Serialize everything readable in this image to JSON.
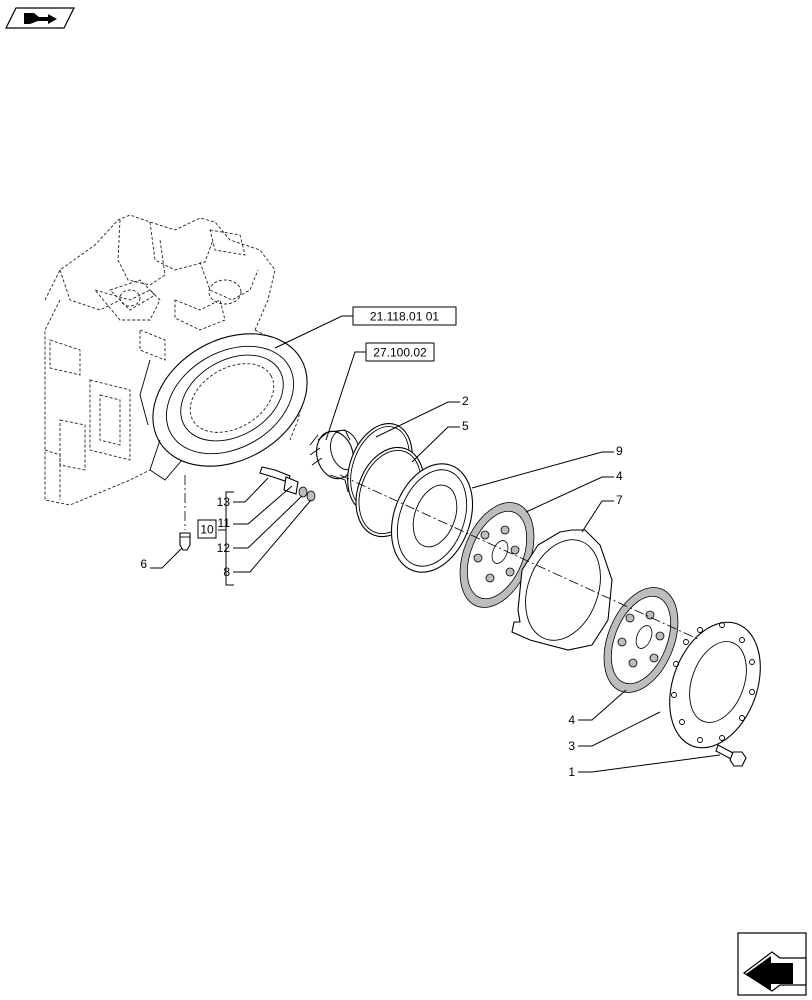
{
  "nav": {
    "prev_icon": "arrow-back-icon",
    "next_icon": "arrow-forward-icon"
  },
  "refs": {
    "r1": "21.118.01 01",
    "r2": "27.100.02"
  },
  "group": {
    "label": "10",
    "items": [
      "13",
      "11",
      "12",
      "8"
    ]
  },
  "callouts": {
    "c2": "2",
    "c5": "5",
    "c9": "9",
    "c4a": "4",
    "c7": "7",
    "c4b": "4",
    "c3": "3",
    "c1": "1",
    "c6": "6"
  }
}
